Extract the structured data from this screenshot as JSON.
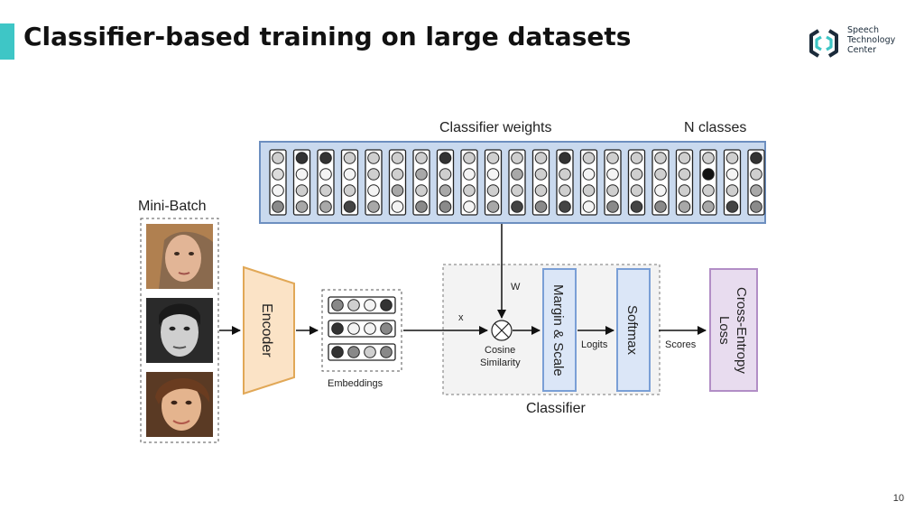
{
  "slide": {
    "title": "Classifier-based training on large datasets",
    "page_number": "10"
  },
  "logo": {
    "line1": "Speech",
    "line2": "Technology",
    "line3": "Center",
    "icon": "stc-bracket-icon",
    "accent_color": "#3ec6c6"
  },
  "diagram": {
    "classifier_weights_label": "Classifier weights",
    "n_classes_label": "N classes",
    "mini_batch_label": "Mini-Batch",
    "encoder_label": "Encoder",
    "embeddings_label": "Embeddings",
    "x_label": "x",
    "w_label": "W",
    "cosine_label_1": "Cosine",
    "cosine_label_2": "Similarity",
    "margin_label": "Margin & Scale",
    "logits_label": "Logits",
    "softmax_label": "Softmax",
    "scores_label": "Scores",
    "loss_label_1": "Cross-Entropy",
    "loss_label_2": "Loss",
    "classifier_label": "Classifier",
    "weight_columns": [
      [
        "#cfcfcf",
        "#dcdcdc",
        "#f4f4f4",
        "#8a8a8a"
      ],
      [
        "#333333",
        "#f4f4f4",
        "#cfcfcf",
        "#a8a8a8"
      ],
      [
        "#333333",
        "#f4f4f4",
        "#cfcfcf",
        "#a8a8a8"
      ],
      [
        "#cfcfcf",
        "#f4f4f4",
        "#cfcfcf",
        "#444444"
      ],
      [
        "#cfcfcf",
        "#cfcfcf",
        "#f4f4f4",
        "#a8a8a8"
      ],
      [
        "#cfcfcf",
        "#cfcfcf",
        "#a8a8a8",
        "#f4f4f4"
      ],
      [
        "#cfcfcf",
        "#a8a8a8",
        "#cfcfcf",
        "#8a8a8a"
      ],
      [
        "#333333",
        "#cfcfcf",
        "#a8a8a8",
        "#8a8a8a"
      ],
      [
        "#cfcfcf",
        "#f4f4f4",
        "#cfcfcf",
        "#f4f4f4"
      ],
      [
        "#cfcfcf",
        "#f4f4f4",
        "#cfcfcf",
        "#a8a8a8"
      ],
      [
        "#cfcfcf",
        "#a8a8a8",
        "#cfcfcf",
        "#444444"
      ],
      [
        "#cfcfcf",
        "#cfcfcf",
        "#cfcfcf",
        "#8a8a8a"
      ],
      [
        "#333333",
        "#cfcfcf",
        "#cfcfcf",
        "#444444"
      ],
      [
        "#cfcfcf",
        "#f4f4f4",
        "#cfcfcf",
        "#f4f4f4"
      ],
      [
        "#cfcfcf",
        "#f4f4f4",
        "#cfcfcf",
        "#8a8a8a"
      ],
      [
        "#cfcfcf",
        "#cfcfcf",
        "#cfcfcf",
        "#444444"
      ],
      [
        "#cfcfcf",
        "#cfcfcf",
        "#f4f4f4",
        "#8a8a8a"
      ],
      [
        "#cfcfcf",
        "#cfcfcf",
        "#cfcfcf",
        "#a8a8a8"
      ],
      [
        "#cfcfcf",
        "#111111",
        "#cfcfcf",
        "#a8a8a8"
      ],
      [
        "#cfcfcf",
        "#f4f4f4",
        "#cfcfcf",
        "#444444"
      ],
      [
        "#333333",
        "#cfcfcf",
        "#a8a8a8",
        "#8a8a8a"
      ]
    ],
    "embedding_rows": [
      [
        "#888888",
        "#cfcfcf",
        "#f4f4f4",
        "#333333"
      ],
      [
        "#333333",
        "#f4f4f4",
        "#f4f4f4",
        "#888888"
      ],
      [
        "#333333",
        "#888888",
        "#cfcfcf",
        "#888888"
      ]
    ],
    "colors": {
      "weights_fill": "#c9d9ee",
      "weights_border": "#6d8fc0",
      "encoder_fill": "#fbe3c6",
      "encoder_border": "#e1a857",
      "margin_fill": "#dbe6f7",
      "margin_border": "#7a9fd6",
      "loss_fill": "#e8dcef",
      "loss_border": "#b28ec6"
    }
  }
}
